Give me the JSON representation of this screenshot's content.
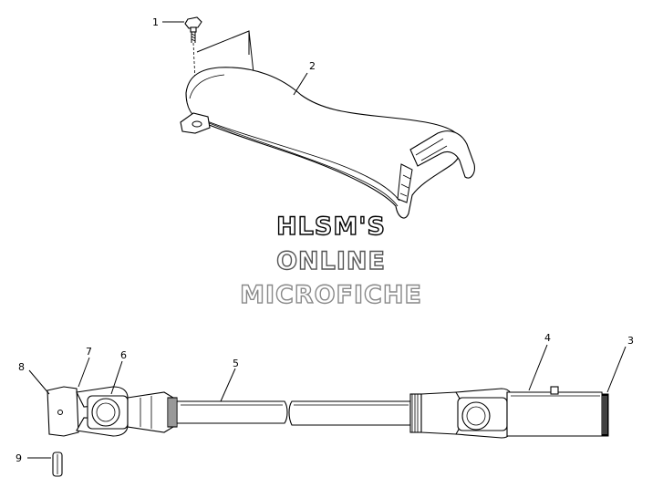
{
  "callouts": [
    {
      "id": "1",
      "label": "1"
    },
    {
      "id": "2",
      "label": "2"
    },
    {
      "id": "3",
      "label": "3"
    },
    {
      "id": "4",
      "label": "4"
    },
    {
      "id": "5",
      "label": "5"
    },
    {
      "id": "6",
      "label": "6"
    },
    {
      "id": "7",
      "label": "7"
    },
    {
      "id": "8",
      "label": "8"
    },
    {
      "id": "9",
      "label": "9"
    }
  ],
  "watermark": {
    "line1": "HLSM'S",
    "line2": "ONLINE",
    "line3": "MICROFICHE",
    "colors": {
      "line1": "#000000",
      "line2": "#555555",
      "line3": "#888888"
    }
  }
}
